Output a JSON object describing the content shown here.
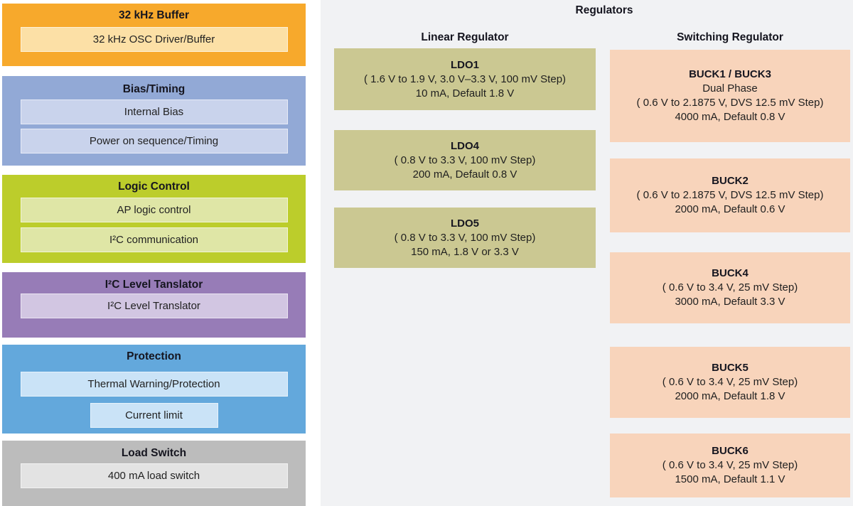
{
  "palette": {
    "page_bg": "#ffffff",
    "panel_bg": "#f1f2f4",
    "buffer_block": "#f7a92c",
    "buffer_inner": "#fce0a6",
    "bias_block": "#92a9d6",
    "bias_inner": "#c9d3ec",
    "logic_block": "#bccd2b",
    "logic_inner": "#dfe6a6",
    "i2c_block": "#977cb7",
    "i2c_inner": "#d2c6e2",
    "protection_block": "#63a8dc",
    "protection_inner": "#cae3f7",
    "load_block": "#bcbcbc",
    "load_inner": "#e3e3e3",
    "ldo_box": "#cbc892",
    "buck_box": "#f8d4bb"
  },
  "left_blocks": [
    {
      "title": "32 kHz Buffer",
      "rows": [
        "32 kHz OSC Driver/Buffer"
      ]
    },
    {
      "title": "Bias/Timing",
      "rows": [
        "Internal Bias",
        "Power on sequence/Timing"
      ]
    },
    {
      "title": "Logic Control",
      "rows": [
        "AP logic control",
        "I²C communication"
      ]
    },
    {
      "title": "I²C Level Tanslator",
      "rows": [
        "I²C Level Translator"
      ]
    },
    {
      "title": "Protection",
      "rows": [
        "Thermal Warning/Protection",
        "Current limit"
      ]
    },
    {
      "title": "Load Switch",
      "rows": [
        "400 mA load switch"
      ]
    }
  ],
  "regulators": {
    "title": "Regulators",
    "linear": {
      "header": "Linear Regulator",
      "items": [
        {
          "title": "LDO1",
          "lines": [
            "( 1.6 V to 1.9 V, 3.0 V–3.3 V, 100 mV Step)",
            "10 mA, Default 1.8 V"
          ]
        },
        {
          "title": "LDO4",
          "lines": [
            "( 0.8 V to 3.3 V, 100 mV Step)",
            "200 mA, Default 0.8 V"
          ]
        },
        {
          "title": "LDO5",
          "lines": [
            "( 0.8 V to 3.3 V, 100 mV Step)",
            "150 mA, 1.8 V or 3.3 V"
          ]
        }
      ]
    },
    "switching": {
      "header": "Switching Regulator",
      "items": [
        {
          "title": "BUCK1 / BUCK3",
          "lines": [
            "Dual Phase",
            "( 0.6 V to 2.1875 V, DVS 12.5 mV Step)",
            "4000 mA, Default 0.8 V"
          ]
        },
        {
          "title": "BUCK2",
          "lines": [
            "( 0.6 V to 2.1875 V, DVS 12.5 mV Step)",
            "2000 mA, Default 0.6 V"
          ]
        },
        {
          "title": "BUCK4",
          "lines": [
            "( 0.6 V to 3.4 V, 25 mV Step)",
            "3000 mA, Default 3.3 V"
          ]
        },
        {
          "title": "BUCK5",
          "lines": [
            "( 0.6 V to 3.4 V, 25 mV Step)",
            "2000 mA, Default 1.8 V"
          ]
        },
        {
          "title": "BUCK6",
          "lines": [
            "( 0.6 V to 3.4 V, 25 mV Step)",
            "1500 mA, Default 1.1 V"
          ]
        }
      ]
    }
  }
}
